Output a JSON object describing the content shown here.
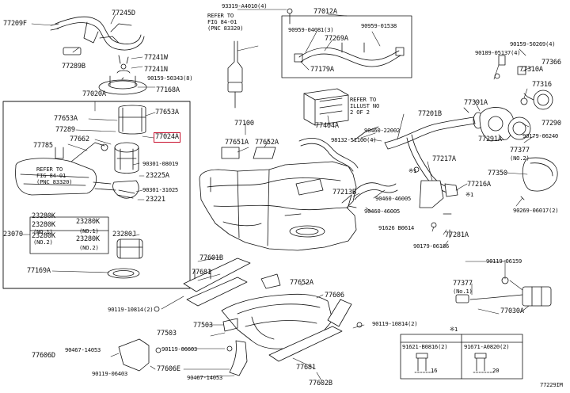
{
  "diagram_id": "77229IM",
  "highlight_color": "#c8102e",
  "left_group_label": "23070",
  "highlighted_part": "77024A",
  "refer_notes": [
    {
      "key": "top",
      "text": "REFER TO\nFIG 84-01\n(PNC 83320)"
    },
    {
      "key": "left",
      "text": "REFER TO\nFIG 84-01\n(PNC 83320)"
    },
    {
      "key": "mid",
      "text": "REFER TO\nILLUST NO\n2 OF 2"
    }
  ],
  "note_marks": {
    "x1a": "※1",
    "x1b": "※1",
    "x1c": "※1"
  },
  "parts": [
    {
      "key": "p77209F",
      "text": "77209F"
    },
    {
      "key": "p77245D",
      "text": "77245D"
    },
    {
      "key": "p77289B",
      "text": "77289B"
    },
    {
      "key": "p77241W",
      "text": "77241W"
    },
    {
      "key": "p77241N",
      "text": "77241N"
    },
    {
      "key": "p90159_50343",
      "text": "90159-50343(8)"
    },
    {
      "key": "p77168A",
      "text": "77168A"
    },
    {
      "key": "p77020A",
      "text": "77020A"
    },
    {
      "key": "p77653A_r",
      "text": "77653A"
    },
    {
      "key": "p77653A_l",
      "text": "77653A"
    },
    {
      "key": "p77289",
      "text": "77289"
    },
    {
      "key": "p77024A",
      "text": "77024A"
    },
    {
      "key": "p77785",
      "text": "77785"
    },
    {
      "key": "p77662",
      "text": "77662"
    },
    {
      "key": "p90301_08019",
      "text": "90301-08019"
    },
    {
      "key": "p23225A",
      "text": "23225A"
    },
    {
      "key": "p90301_31025",
      "text": "90301-31025"
    },
    {
      "key": "p23221",
      "text": "23221"
    },
    {
      "key": "p23280K_a",
      "text": "23280K"
    },
    {
      "key": "p23280K_b",
      "text": "23280K"
    },
    {
      "key": "p23280K_c",
      "text": "23280K"
    },
    {
      "key": "pNO1_a",
      "text": "(NO.1)"
    },
    {
      "key": "pNO2_a",
      "text": "(NO.2)"
    },
    {
      "key": "p23280K_d",
      "text": "23280K"
    },
    {
      "key": "pNO1_b",
      "text": "(NO.1)"
    },
    {
      "key": "p23280K_e",
      "text": "23280K"
    },
    {
      "key": "pNO2_b",
      "text": "(NO.2)"
    },
    {
      "key": "p23280J",
      "text": "23280J"
    },
    {
      "key": "p77169A",
      "text": "77169A"
    },
    {
      "key": "p93319",
      "text": "93319-A4010(4)"
    },
    {
      "key": "p77100",
      "text": "77100"
    },
    {
      "key": "p77651A",
      "text": "77651A"
    },
    {
      "key": "p77652A_t",
      "text": "77652A"
    },
    {
      "key": "p77012A",
      "text": "77012A"
    },
    {
      "key": "p90959_04081",
      "text": "90959-04081(3)"
    },
    {
      "key": "p90959_01538",
      "text": "90959-01538"
    },
    {
      "key": "p77269A",
      "text": "77269A"
    },
    {
      "key": "p77179A",
      "text": "77179A"
    },
    {
      "key": "p77404A",
      "text": "77404A"
    },
    {
      "key": "p90460_22002",
      "text": "90460-22002"
    },
    {
      "key": "p98132",
      "text": "98132-51100(4)"
    },
    {
      "key": "p77201B",
      "text": "77201B"
    },
    {
      "key": "p77213B",
      "text": "77213B"
    },
    {
      "key": "p90460_46005_a",
      "text": "90460-46005"
    },
    {
      "key": "p90460_46005_b",
      "text": "90460-46005"
    },
    {
      "key": "p77217A",
      "text": "77217A"
    },
    {
      "key": "p77216A",
      "text": "77216A"
    },
    {
      "key": "p91626",
      "text": "91626 B0614"
    },
    {
      "key": "p77281A",
      "text": "77281A"
    },
    {
      "key": "p90179_06186",
      "text": "90179-06186"
    },
    {
      "key": "p90159_50269",
      "text": "90159-50269(4)"
    },
    {
      "key": "p90189_05137",
      "text": "90189-05137(4)"
    },
    {
      "key": "p77366",
      "text": "77366"
    },
    {
      "key": "p77310A",
      "text": "77310A"
    },
    {
      "key": "p77316",
      "text": "77316"
    },
    {
      "key": "p77391A",
      "text": "77391A"
    },
    {
      "key": "p77290",
      "text": "77290"
    },
    {
      "key": "p77291A",
      "text": "77291A"
    },
    {
      "key": "p90179_06240",
      "text": "90179-06240"
    },
    {
      "key": "p77377_a",
      "text": "77377"
    },
    {
      "key": "pNO2_c",
      "text": "(NO.2)"
    },
    {
      "key": "p77350",
      "text": "77350"
    },
    {
      "key": "p90269",
      "text": "90269-06017(2)"
    },
    {
      "key": "p77601B",
      "text": "77601B"
    },
    {
      "key": "p77681_t",
      "text": "77681"
    },
    {
      "key": "p77652A_b",
      "text": "77652A"
    },
    {
      "key": "p77606",
      "text": "77606"
    },
    {
      "key": "p90119_10814_l",
      "text": "90119-10814(2)"
    },
    {
      "key": "p90119_10814_r",
      "text": "90119-10814(2)"
    },
    {
      "key": "p77503_a",
      "text": "77503"
    },
    {
      "key": "p77503_b",
      "text": "77503"
    },
    {
      "key": "p90119_06603",
      "text": "90119-06603"
    },
    {
      "key": "p90467_14053_l",
      "text": "90467-14053"
    },
    {
      "key": "p90467_14053_r",
      "text": "90467-14053"
    },
    {
      "key": "p77606D",
      "text": "77606D"
    },
    {
      "key": "p90119_06403",
      "text": "90119-06403"
    },
    {
      "key": "p77606E",
      "text": "77606E"
    },
    {
      "key": "p77681_b",
      "text": "77681"
    },
    {
      "key": "p77602B",
      "text": "77602B"
    },
    {
      "key": "p90119_06159",
      "text": "90119-06159"
    },
    {
      "key": "p77377_b",
      "text": "77377"
    },
    {
      "key": "pNO1_c",
      "text": "(No.1)"
    },
    {
      "key": "p77030A",
      "text": "77030A"
    },
    {
      "key": "p91621",
      "text": "91621-B0816(2)"
    },
    {
      "key": "p91671",
      "text": "91671-A0820(2)"
    },
    {
      "key": "dim16",
      "text": "16"
    },
    {
      "key": "dim20",
      "text": "20"
    }
  ]
}
